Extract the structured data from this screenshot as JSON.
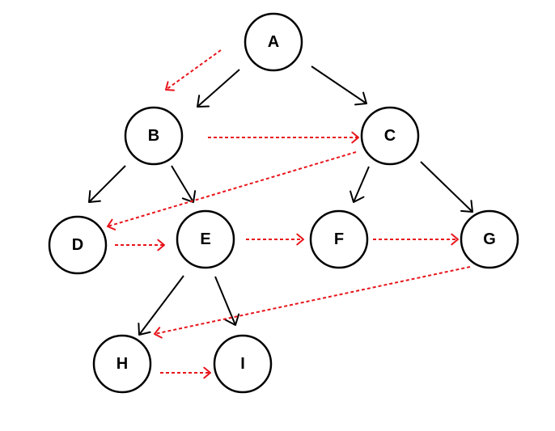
{
  "colors": {
    "background": "#ffffff",
    "tree_edge": "#000000",
    "traversal_edge": "#e8141b",
    "node_stroke": "#000000",
    "node_fill": "#ffffff"
  },
  "nodes": [
    {
      "id": "A",
      "label": "A"
    },
    {
      "id": "B",
      "label": "B"
    },
    {
      "id": "C",
      "label": "C"
    },
    {
      "id": "D",
      "label": "D"
    },
    {
      "id": "E",
      "label": "E"
    },
    {
      "id": "F",
      "label": "F"
    },
    {
      "id": "G",
      "label": "G"
    },
    {
      "id": "H",
      "label": "H"
    },
    {
      "id": "I",
      "label": "I"
    }
  ],
  "tree_edges": [
    {
      "from": "A",
      "to": "B"
    },
    {
      "from": "A",
      "to": "C"
    },
    {
      "from": "B",
      "to": "D"
    },
    {
      "from": "B",
      "to": "E"
    },
    {
      "from": "C",
      "to": "F"
    },
    {
      "from": "C",
      "to": "G"
    },
    {
      "from": "E",
      "to": "H"
    },
    {
      "from": "E",
      "to": "I"
    }
  ],
  "traversal_edges": [
    {
      "from": "A",
      "to": "B"
    },
    {
      "from": "B",
      "to": "C"
    },
    {
      "from": "C",
      "to": "D"
    },
    {
      "from": "D",
      "to": "E"
    },
    {
      "from": "E",
      "to": "F"
    },
    {
      "from": "F",
      "to": "G"
    },
    {
      "from": "G",
      "to": "H"
    },
    {
      "from": "H",
      "to": "I"
    }
  ]
}
